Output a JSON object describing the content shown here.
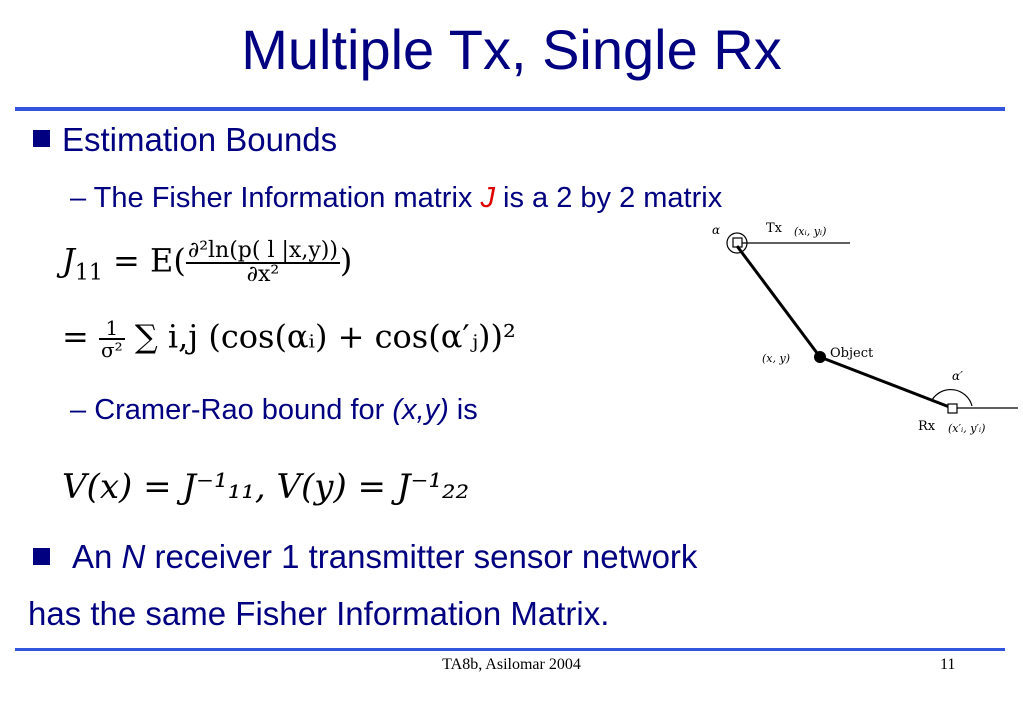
{
  "slide": {
    "title": "Multiple Tx, Single Rx",
    "bullet1": {
      "label": "Estimation Bounds"
    },
    "sub1": {
      "prefix": "The Fisher Information matrix ",
      "var": "J",
      "suffix": " is a 2 by 2 matrix"
    },
    "sub2": {
      "prefix": "Cramer-Rao bound for ",
      "var": "(x,y)",
      "suffix": " is"
    },
    "bullet2": {
      "prefix": "An ",
      "var": "N",
      "suffix": " receiver 1 transmitter sensor network"
    },
    "bullet2_cont": "has the same Fisher Information Matrix."
  },
  "equations": {
    "j11_lhs": "J",
    "j11_sub": "11",
    "j11_eq": "= E(",
    "frac_num": "∂²ln(p( l |x,y))",
    "frac_den": "∂x²",
    "j11_close": ")",
    "sum_line": "= ",
    "sum_num": "1",
    "sum_den": "σ²",
    "sum_rest": "∑ i,j (cos(αᵢ) + cos(α′ⱼ))²",
    "bound": "V(x) = J⁻¹₁₁, V(y) = J⁻¹₂₂"
  },
  "diagram": {
    "tx_label": "Tx",
    "tx_coord": "(xᵢ, yᵢ)",
    "alpha": "α",
    "object_label": "Object",
    "object_coord": "(x, y)",
    "alpha_prime": "α′",
    "rx_label": "Rx",
    "rx_coord": "(x′ᵢ, y′ᵢ)"
  },
  "footer": {
    "center": "TA8b, Asilomar 2004",
    "page": "11"
  },
  "colors": {
    "title": "#000080",
    "rule": "#3355dd",
    "highlight": "#e00000"
  }
}
